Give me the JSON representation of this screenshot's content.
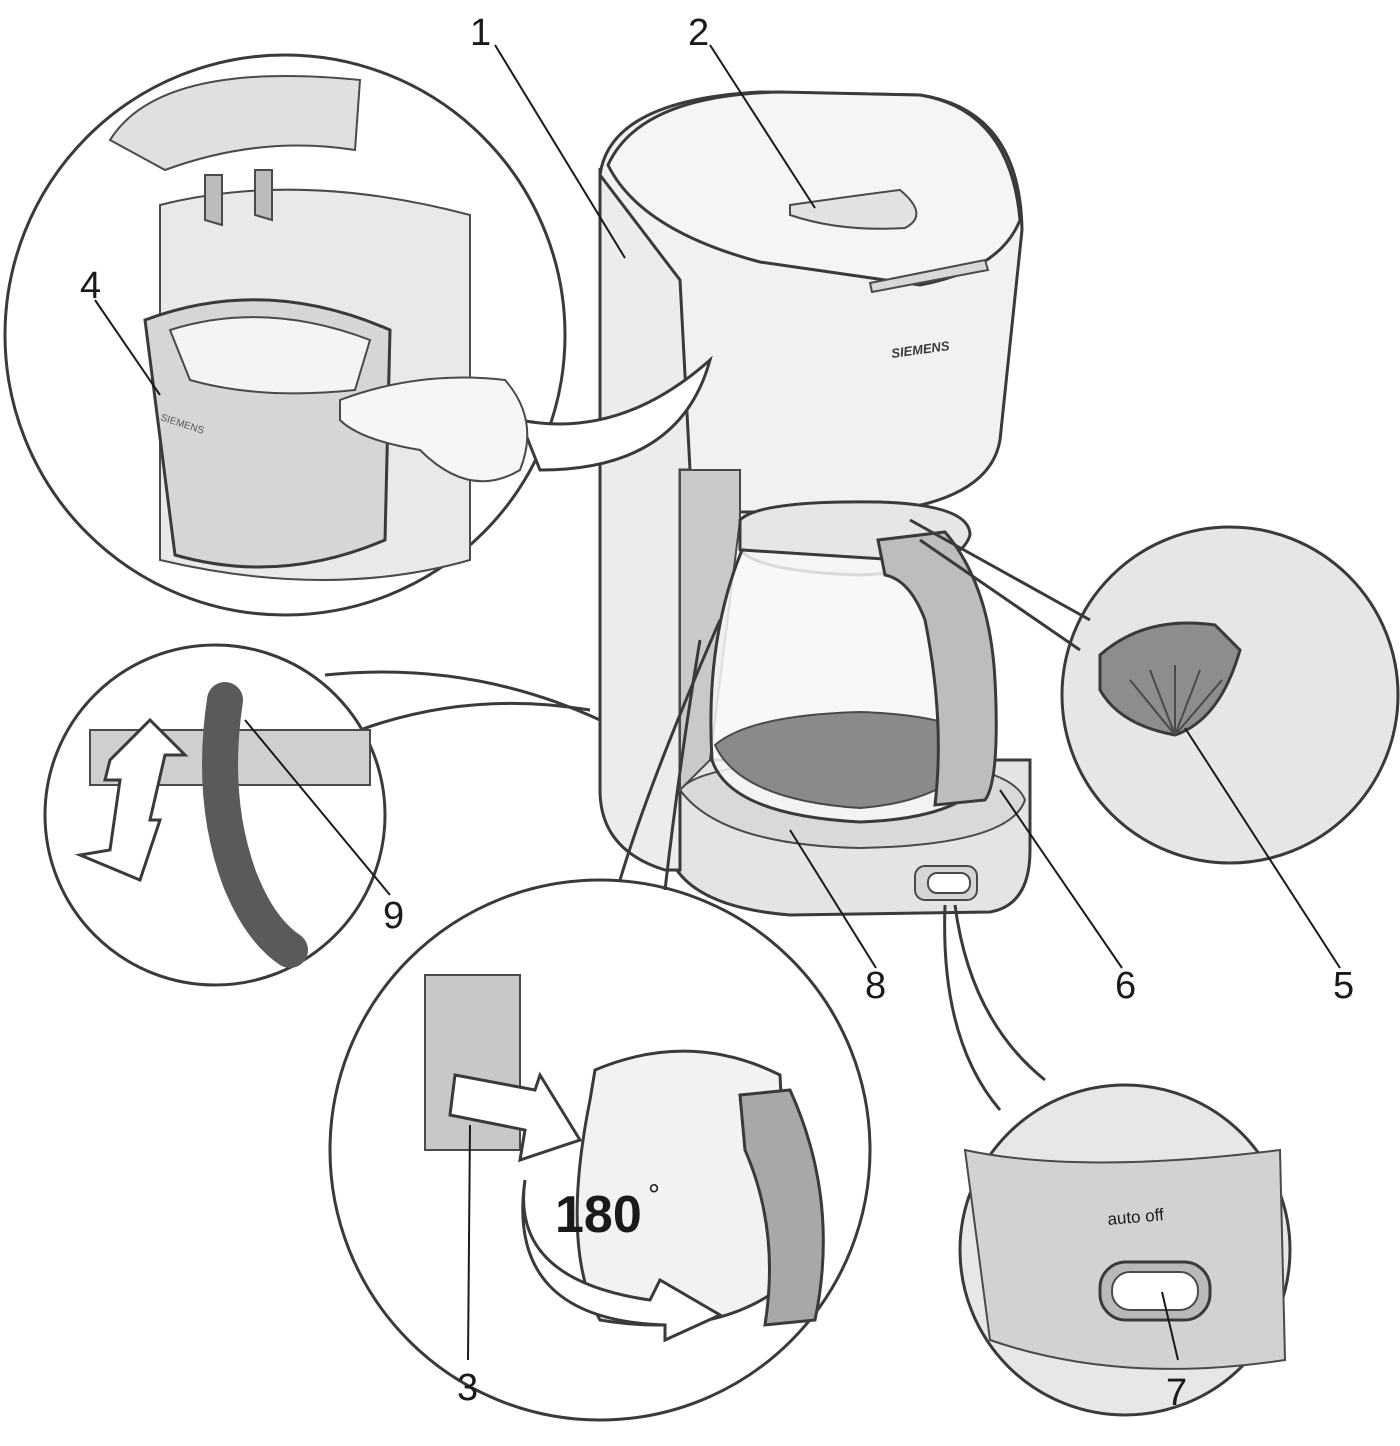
{
  "brand": "SIEMENS",
  "callouts": [
    "1",
    "2",
    "3",
    "4",
    "5",
    "6",
    "7",
    "8",
    "9"
  ],
  "rotation_label": "180",
  "degree_symbol": "°",
  "switch_label": "auto off",
  "colors": {
    "body_light": "#efefef",
    "body_mid": "#d7d7d7",
    "shade": "#bdbdbd",
    "dark": "#7c7c7c",
    "outline": "#3a3a3a"
  }
}
